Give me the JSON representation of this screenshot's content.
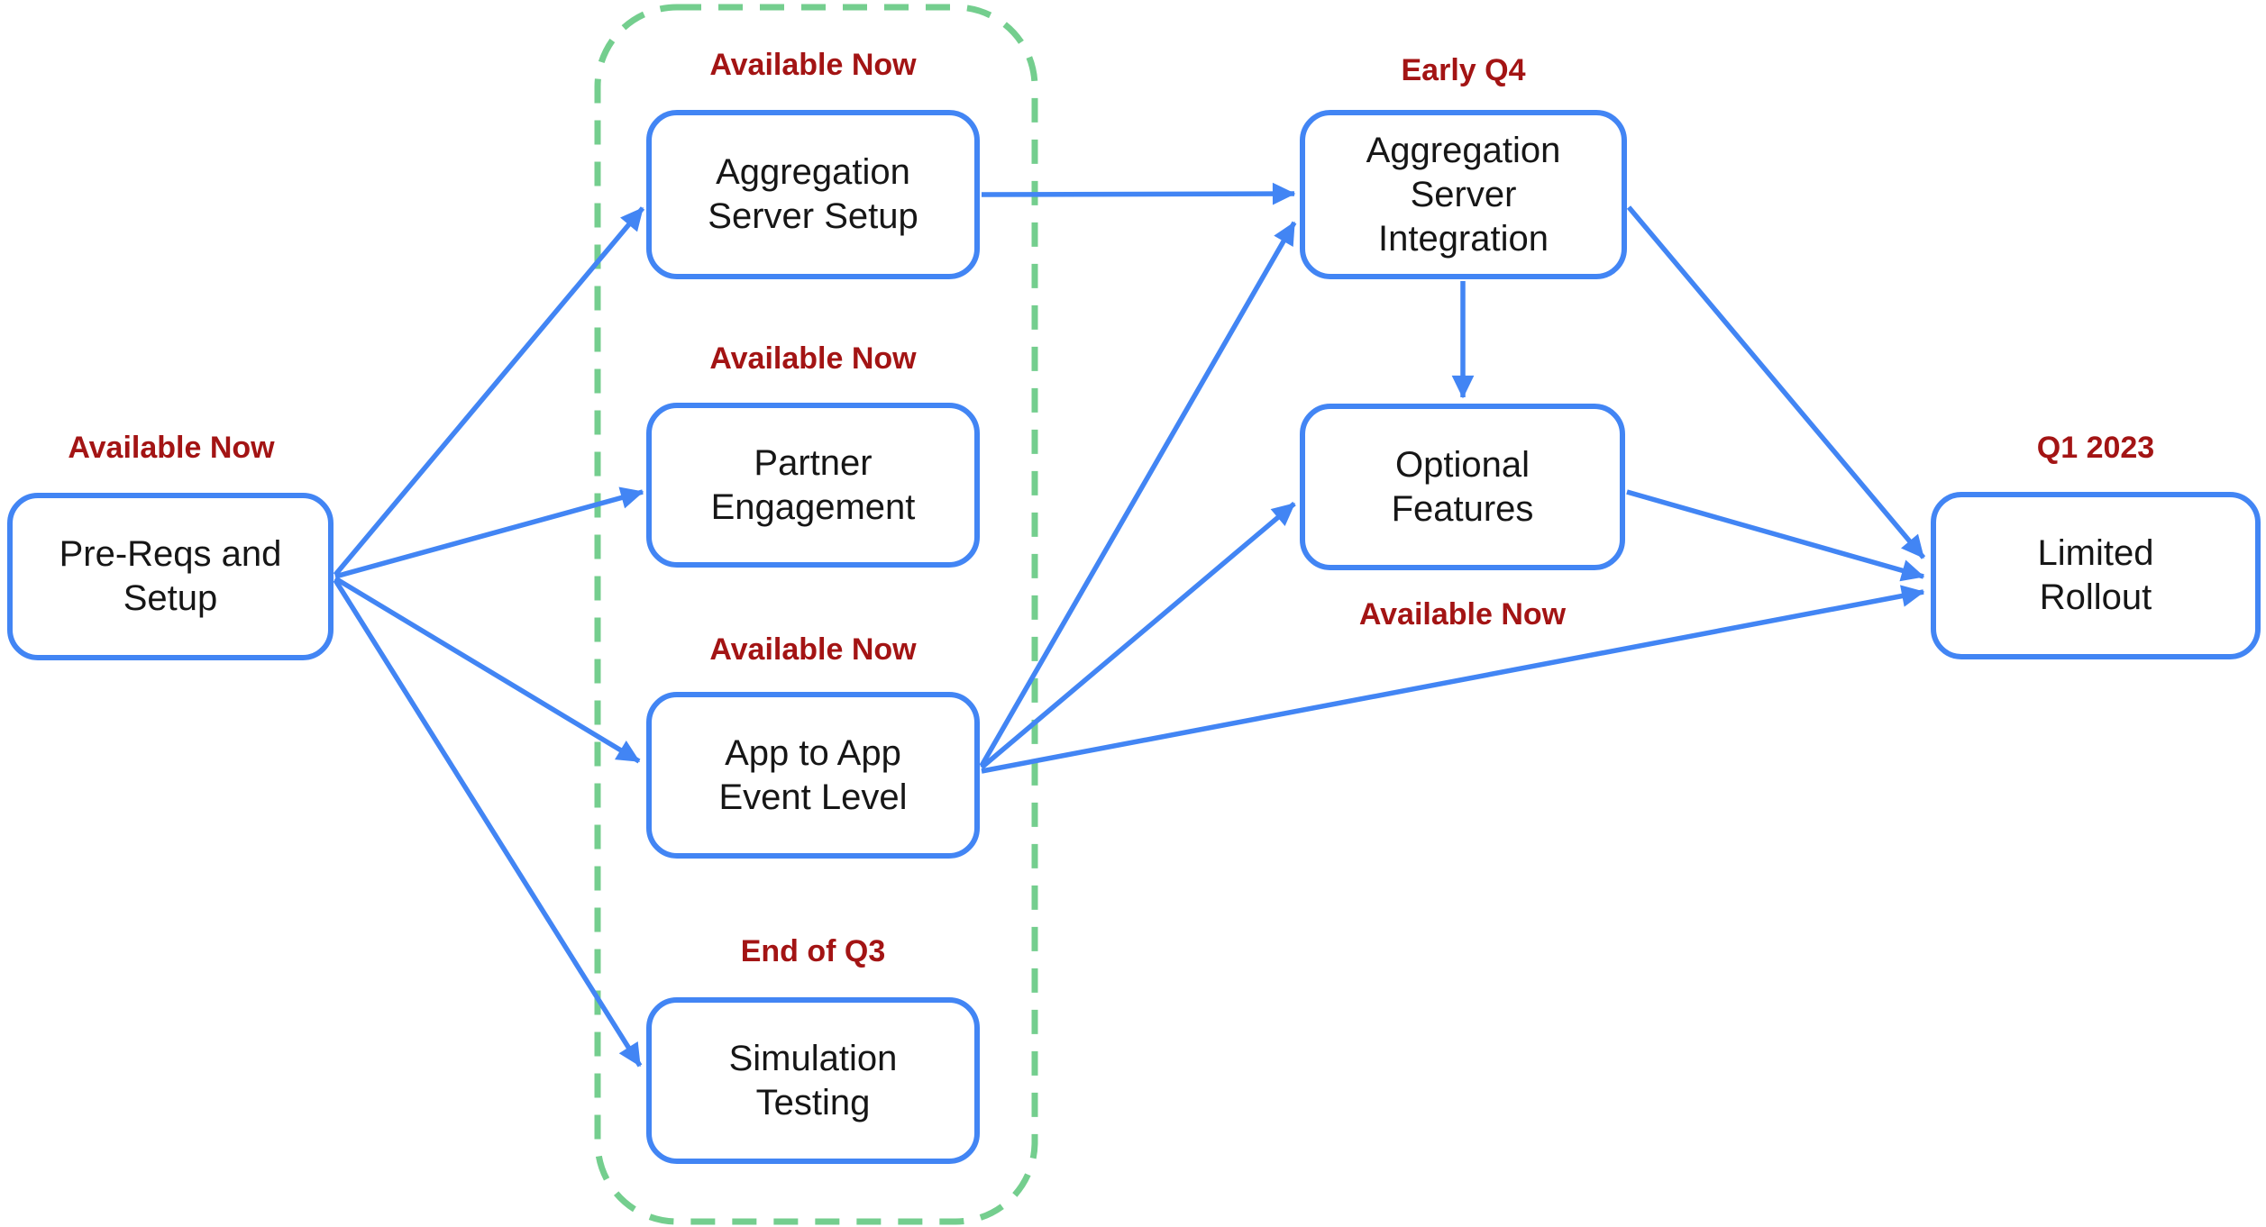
{
  "diagram": {
    "type": "flowchart-roadmap",
    "colors": {
      "node_border": "#4285F4",
      "arrow": "#4285F4",
      "node_text": "#161616",
      "status_text": "#A31414",
      "group_outline": "#74CE8E",
      "background": "#FFFFFF"
    },
    "nodes": {
      "prereqs": {
        "label": "Pre-Reqs and\nSetup",
        "status": "Available Now"
      },
      "agg_setup": {
        "label": "Aggregation\nServer Setup",
        "status": "Available Now"
      },
      "partner": {
        "label": "Partner\nEngagement",
        "status": "Available Now"
      },
      "app2app": {
        "label": "App to App\nEvent Level",
        "status": "Available Now"
      },
      "simulation": {
        "label": "Simulation\nTesting",
        "status": "End of Q3"
      },
      "agg_integration": {
        "label": "Aggregation\nServer\nIntegration",
        "status": "Early Q4"
      },
      "optional": {
        "label": "Optional\nFeatures",
        "status": "Available Now"
      },
      "rollout": {
        "label": "Limited\nRollout",
        "status": "Q1 2023"
      }
    },
    "group": {
      "style": "green-dashed-rounded-rect",
      "contains": [
        "agg_setup",
        "partner",
        "app2app",
        "simulation"
      ]
    },
    "edges": [
      {
        "from": "prereqs",
        "to": "agg_setup"
      },
      {
        "from": "prereqs",
        "to": "partner"
      },
      {
        "from": "prereqs",
        "to": "app2app"
      },
      {
        "from": "prereqs",
        "to": "simulation"
      },
      {
        "from": "agg_setup",
        "to": "agg_integration"
      },
      {
        "from": "app2app",
        "to": "agg_integration"
      },
      {
        "from": "app2app",
        "to": "optional"
      },
      {
        "from": "app2app",
        "to": "rollout"
      },
      {
        "from": "agg_integration",
        "to": "optional"
      },
      {
        "from": "agg_integration",
        "to": "rollout"
      },
      {
        "from": "optional",
        "to": "rollout"
      }
    ]
  }
}
